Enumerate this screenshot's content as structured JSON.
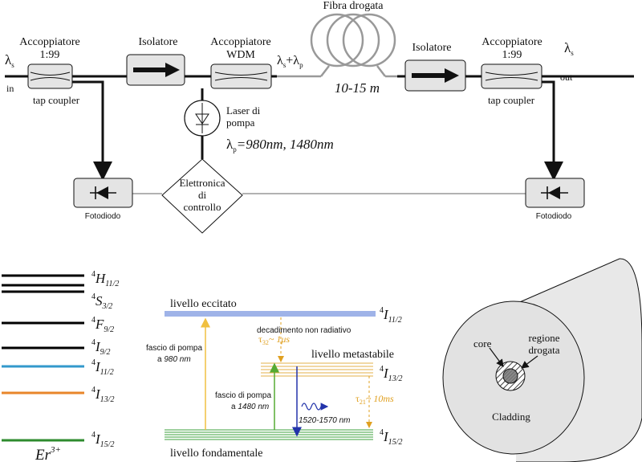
{
  "top": {
    "coupler_left_line1": "Accoppiatore",
    "coupler_left_line2": "1:99",
    "coupler_left_sub": "tap coupler",
    "isolator_left": "Isolatore",
    "wdm_line1": "Accoppiatore",
    "wdm_line2": "WDM",
    "fiber_label": "Fibra drogata",
    "fiber_length": "10-15 m",
    "isolator_right": "Isolatore",
    "coupler_right_line1": "Accoppiatore",
    "coupler_right_line2": "1:99",
    "coupler_right_sub": "tap coupler",
    "lambda_s_in": "λ",
    "lambda_s_sub": "s",
    "in_label": "in",
    "out_label": "out",
    "lambda_sp_a": "λ",
    "lambda_sp_sub_s": "s",
    "lambda_sp_plus": "+λ",
    "lambda_sp_sub_p": "p",
    "laser_line1": "Laser di",
    "laser_line2": "pompa",
    "pump_lambda": "λ",
    "pump_lambda_sub": "p",
    "pump_values": "=980nm, 1480nm",
    "electronics_line1": "Elettronica",
    "electronics_line2": "di",
    "electronics_line3": "controllo",
    "photodiode_left": "Fotodiodo",
    "photodiode_right": "Fotodiodo"
  },
  "levels": {
    "items": [
      {
        "sup": "4",
        "main": "H",
        "sub": "11/2",
        "color": "#000000"
      },
      {
        "sup": "4",
        "main": "S",
        "sub": "3/2",
        "color": "#000000"
      },
      {
        "sup": "4",
        "main": "F",
        "sub": "9/2",
        "color": "#000000"
      },
      {
        "sup": "4",
        "main": "I",
        "sub": "9/2",
        "color": "#000000"
      },
      {
        "sup": "4",
        "main": "I",
        "sub": "11/2",
        "color": "#3399cc"
      },
      {
        "sup": "4",
        "main": "I",
        "sub": "13/2",
        "color": "#e8862a"
      },
      {
        "sup": "4",
        "main": "I",
        "sub": "15/2",
        "color": "#2e8b2e"
      }
    ],
    "ion_main": "Er",
    "ion_sup": "3+"
  },
  "energy": {
    "excited_label": "livello eccitato",
    "excited_state_sup": "4",
    "excited_state_main": "I",
    "excited_state_sub": "11/2",
    "nonrad_label": "decadimento non radiativo",
    "tau32_sym": "τ",
    "tau32_sub": "32",
    "tau32_val": "~ 1μs",
    "metastable_label": "livello metastabile",
    "meta_state_sup": "4",
    "meta_state_main": "I",
    "meta_state_sub": "13/2",
    "pump980_line1": "fascio di pompa",
    "pump980_line2a": "a ",
    "pump980_line2b": "980 nm",
    "pump1480_line1": "fascio di pompa",
    "pump1480_line2a": "a ",
    "pump1480_line2b": "1480 nm",
    "emission_label": "1520-1570 nm",
    "tau21_sym": "τ",
    "tau21_sub": "21",
    "tau21_val": "~ 10ms",
    "ground_label": "livello fondamentale",
    "ground_state_sup": "4",
    "ground_state_main": "I",
    "ground_state_sub": "15/2",
    "colors": {
      "excited": "#9fb3e8",
      "metastable": "#e3b04a",
      "ground": "#3da23d",
      "pump980": "#f0c040",
      "pump1480": "#55aa33",
      "emission": "#2233aa",
      "nonrad": "#e0a020"
    }
  },
  "fiber_cross": {
    "core_label": "core",
    "doped_line1": "regione",
    "doped_line2": "drogata",
    "cladding_label": "Cladding"
  }
}
